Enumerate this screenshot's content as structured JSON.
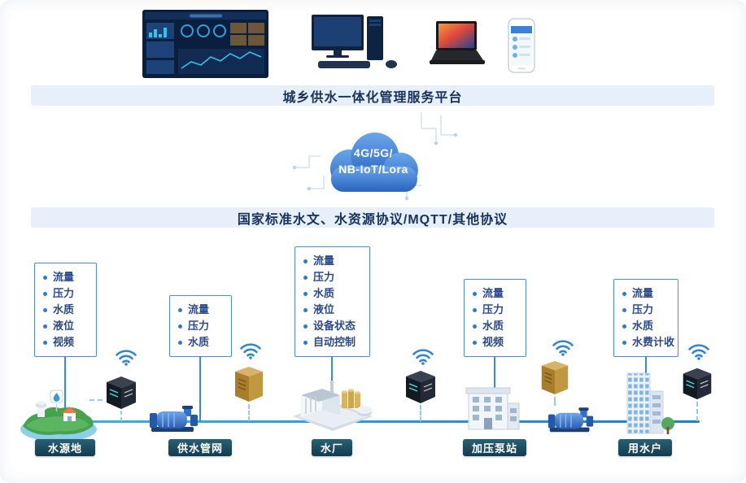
{
  "colors": {
    "banner_bg": "#e7f0fa",
    "banner_text": "#16325c",
    "accent_blue": "#2e86d1",
    "backbone_blue": "#2aa0dc",
    "dashed_teal": "#8fd0e6",
    "badge_bg": "#1c4a5e",
    "cloud_blue": "#2a63be",
    "param_text": "#2b4a8b"
  },
  "banners": {
    "platform": "城乡供水一体化管理服务平台",
    "protocol": "国家标准水文、水资源协议/MQTT/其他协议"
  },
  "cloud": {
    "line1": "4G/5G/",
    "line2": "NB-IoT/Lora"
  },
  "icons": {
    "devices": [
      "dashboard-screen-icon",
      "desktop-computer-icon",
      "laptop-icon",
      "smartphone-icon"
    ],
    "per_node": [
      "wifi-icon",
      "rtu-device-icon"
    ],
    "node_illustrations": [
      "water-source-icon",
      "pump-icon",
      "water-plant-icon",
      "pump-station-building-icon",
      "residential-building-icon"
    ]
  },
  "nodes": [
    {
      "label": "水源地",
      "params": [
        "流量",
        "压力",
        "水质",
        "液位",
        "视频"
      ]
    },
    {
      "label": "供水管网",
      "params": [
        "流量",
        "压力",
        "水质"
      ]
    },
    {
      "label": "水厂",
      "params": [
        "流量",
        "压力",
        "水质",
        "液位",
        "设备状态",
        "自动控制"
      ]
    },
    {
      "label": "加压泵站",
      "params": [
        "流量",
        "压力",
        "水质",
        "视频"
      ]
    },
    {
      "label": "用水户",
      "params": [
        "流量",
        "压力",
        "水质",
        "水费计收"
      ]
    }
  ]
}
